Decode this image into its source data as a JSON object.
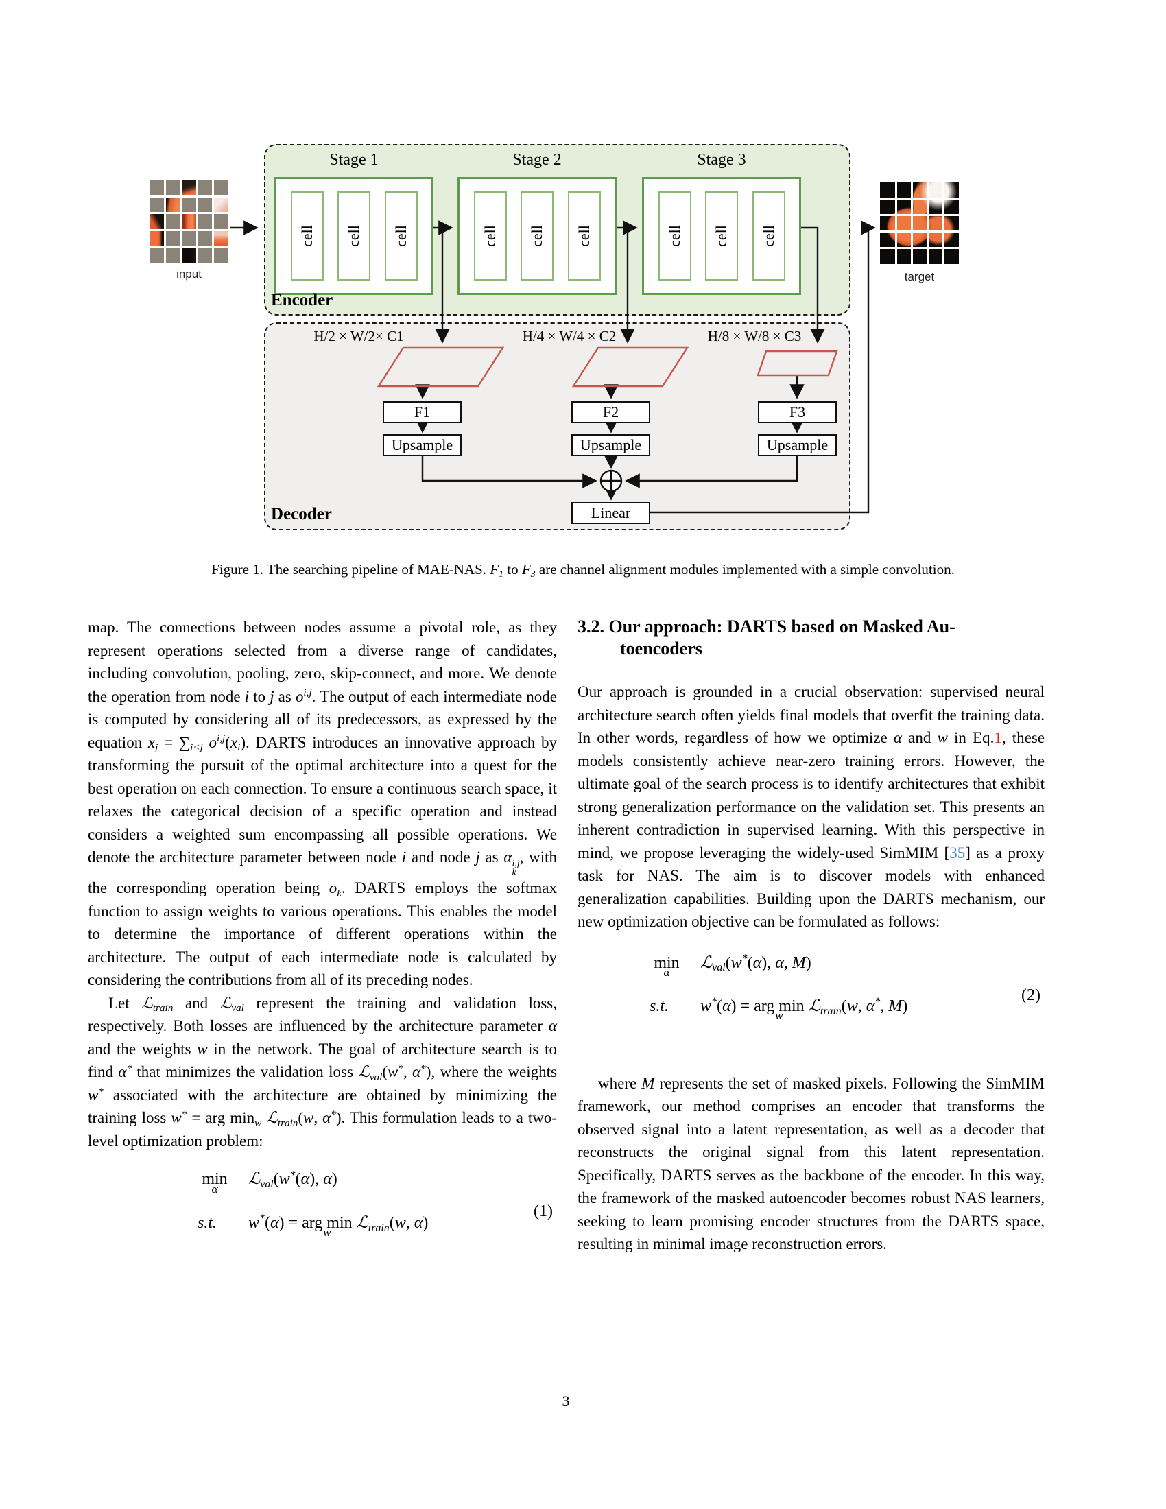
{
  "page": {
    "number": "3"
  },
  "figure": {
    "input_label": "input",
    "target_label": "target",
    "encoder_label": "Encoder",
    "decoder_label": "Decoder",
    "stage_titles": [
      "Stage 1",
      "Stage 2",
      "Stage 3"
    ],
    "cell_label": "cell",
    "dims": [
      "H/2 × W/2× C1",
      "H/4 × W/4 × C2",
      "H/8 × W/8 × C3"
    ],
    "f_labels": [
      "F1",
      "F2",
      "F3"
    ],
    "upsample_label": "Upsample",
    "linear_label": "Linear",
    "colors": {
      "encoder_fill": "#e4eedb",
      "decoder_fill": "#f0efed",
      "stage_border": "#5d9c49",
      "cell_border": "#8db977",
      "parallelogram_stroke": "#c9564a",
      "mask_gray": "#8b8377",
      "eq_ref_red": "#cb2d25",
      "cite_blue": "#4a86c6"
    },
    "input_grid": [
      [
        "m",
        "m",
        "head",
        "m",
        "m"
      ],
      [
        "m",
        "body",
        "m",
        "m",
        "feather"
      ],
      [
        "darkorange",
        "m",
        "neck",
        "m",
        "m"
      ],
      [
        "orangeblack",
        "m",
        "m",
        "m",
        "wing"
      ],
      [
        "m",
        "m",
        "legs",
        "m",
        "m"
      ]
    ]
  },
  "caption": {
    "segments": [
      {
        "t": "Figure 1. The searching pipeline of MAE-NAS. "
      },
      {
        "i": "F"
      },
      {
        "sub": "1"
      },
      {
        "t": " to "
      },
      {
        "i": "F"
      },
      {
        "sub": "3"
      },
      {
        "t": " are channel alignment modules implemented with a simple convolution."
      }
    ]
  },
  "left_column": {
    "para1": [
      {
        "t": "map. The connections between nodes assume a pivotal role, as they represent operations selected from a diverse range of candidates, including convolution, pooling, zero, skip-connect, and more. We denote the operation from node "
      },
      {
        "i": "i"
      },
      {
        "t": " to "
      },
      {
        "i": "j"
      },
      {
        "t": " as "
      },
      {
        "i": "o"
      },
      {
        "sup": "i,j"
      },
      {
        "t": ". The output of each intermediate node is computed by considering all of its predecessors, as expressed by the equation "
      },
      {
        "i": "x"
      },
      {
        "sub": "j"
      },
      {
        "t": " = ∑"
      },
      {
        "sub": "i<j"
      },
      {
        "t": " "
      },
      {
        "i": "o"
      },
      {
        "sup": "i,j"
      },
      {
        "t": "("
      },
      {
        "i": "x"
      },
      {
        "sub": "i"
      },
      {
        "t": "). DARTS introduces an innovative approach by transforming the pursuit of the optimal architecture into a quest for the best operation on each connection. To ensure a continuous search space, it relaxes the categorical decision of a specific operation and instead considers a weighted sum encompassing all possible operations. We denote the architecture parameter between node "
      },
      {
        "i": "i"
      },
      {
        "t": " and node "
      },
      {
        "i": "j"
      },
      {
        "t": " as "
      },
      {
        "i": "α"
      },
      {
        "ss": [
          "i,j",
          "k"
        ]
      },
      {
        "t": ", with the corresponding operation being "
      },
      {
        "i": "o"
      },
      {
        "sub": "k"
      },
      {
        "t": ". DARTS employs the softmax function to assign weights to various operations. This enables the model to determine the importance of different operations within the architecture. The output of each intermediate node is calculated by considering the contributions from all of its preceding nodes."
      }
    ],
    "para2": [
      {
        "t": "Let "
      },
      {
        "i": "ℒ"
      },
      {
        "sub": "train"
      },
      {
        "t": " and "
      },
      {
        "i": "ℒ"
      },
      {
        "sub": "val"
      },
      {
        "t": " represent the training and validation loss, respectively. Both losses are influenced by the architecture parameter "
      },
      {
        "i": "α"
      },
      {
        "t": " and the weights "
      },
      {
        "i": "w"
      },
      {
        "t": " in the network. The goal of architecture search is to find "
      },
      {
        "i": "α"
      },
      {
        "sup": "*"
      },
      {
        "t": " that minimizes the validation loss "
      },
      {
        "i": "ℒ"
      },
      {
        "sub": "val"
      },
      {
        "t": "("
      },
      {
        "i": "w"
      },
      {
        "sup": "*"
      },
      {
        "t": ", "
      },
      {
        "i": "α"
      },
      {
        "sup": "*"
      },
      {
        "t": "), where the weights "
      },
      {
        "i": "w"
      },
      {
        "sup": "*"
      },
      {
        "t": " associated with the architecture are obtained by minimizing the training loss "
      },
      {
        "i": "w"
      },
      {
        "sup": "*"
      },
      {
        "t": " = arg min"
      },
      {
        "sub": "w"
      },
      {
        "t": " "
      },
      {
        "i": "ℒ"
      },
      {
        "sub": "train"
      },
      {
        "t": "("
      },
      {
        "i": "w"
      },
      {
        "t": ", "
      },
      {
        "i": "α"
      },
      {
        "sup": "*"
      },
      {
        "t": "). This formulation leads to a two-level optimization problem:"
      }
    ],
    "eq1": {
      "min_word": "min",
      "min_under": "α",
      "st_label": "s.t.",
      "line1": [
        {
          "i": "ℒ"
        },
        {
          "sub": "val"
        },
        {
          "t": "("
        },
        {
          "i": "w"
        },
        {
          "sup": "*"
        },
        {
          "t": "("
        },
        {
          "i": "α"
        },
        {
          "t": "), "
        },
        {
          "i": "α"
        },
        {
          "t": ")"
        }
      ],
      "line2": [
        {
          "i": "w"
        },
        {
          "sup": "*"
        },
        {
          "t": "("
        },
        {
          "i": "α"
        },
        {
          "t": ") = "
        },
        {
          "u": [
            "arg min",
            "w"
          ]
        },
        {
          "t": " "
        },
        {
          "i": "ℒ"
        },
        {
          "sub": "train"
        },
        {
          "t": "("
        },
        {
          "i": "w"
        },
        {
          "t": ", "
        },
        {
          "i": "α"
        },
        {
          "t": ")"
        }
      ],
      "number": "(1)"
    }
  },
  "right_column": {
    "heading_line1": "3.2. Our approach: DARTS based on Masked Au-",
    "heading_line2": "toencoders",
    "para1": [
      {
        "t": "Our approach is grounded in a crucial observation: supervised neural architecture search often yields final models that overfit the training data. In other words, regardless of how we optimize "
      },
      {
        "i": "α"
      },
      {
        "t": " and "
      },
      {
        "i": "w"
      },
      {
        "t": " in Eq."
      },
      {
        "col": "1",
        "c": "#cb2d25"
      },
      {
        "t": ", these models consistently achieve near-zero training errors. However, the ultimate goal of the search process is to identify architectures that exhibit strong generalization performance on the validation set. This presents an inherent contradiction in supervised learning. With this perspective in mind, we propose leveraging the widely-used SimMIM ["
      },
      {
        "col": "35",
        "c": "#4a86c6"
      },
      {
        "t": "] as a proxy task for NAS. The aim is to discover models with enhanced generalization capabilities. Building upon the DARTS mechanism, our new optimization objective can be formulated as follows:"
      }
    ],
    "eq2": {
      "min_word": "min",
      "min_under": "α",
      "st_label": "s.t.",
      "line1": [
        {
          "i": "ℒ"
        },
        {
          "sub": "val"
        },
        {
          "t": "("
        },
        {
          "i": "w"
        },
        {
          "sup": "*"
        },
        {
          "t": "("
        },
        {
          "i": "α"
        },
        {
          "t": "), "
        },
        {
          "i": "α"
        },
        {
          "t": ", "
        },
        {
          "i": "M"
        },
        {
          "t": ")"
        }
      ],
      "line2": [
        {
          "i": "w"
        },
        {
          "sup": "*"
        },
        {
          "t": "("
        },
        {
          "i": "α"
        },
        {
          "t": ") = "
        },
        {
          "u": [
            "arg min",
            "w"
          ]
        },
        {
          "t": " "
        },
        {
          "i": "ℒ"
        },
        {
          "sub": "train"
        },
        {
          "t": "("
        },
        {
          "i": "w"
        },
        {
          "t": ", "
        },
        {
          "i": "α"
        },
        {
          "sup": "*"
        },
        {
          "t": ", "
        },
        {
          "i": "M"
        },
        {
          "t": ")"
        }
      ],
      "number": "(2)"
    },
    "para2": [
      {
        "t": "where "
      },
      {
        "i": "M"
      },
      {
        "t": " represents the set of masked pixels. Following the SimMIM framework, our method comprises an encoder that transforms the observed signal into a latent representation, as well as a decoder that reconstructs the original signal from this latent representation. Specifically, DARTS serves as the backbone of the encoder. In this way, the framework of the masked autoencoder becomes robust NAS learners, seeking to learn promising encoder structures from the DARTS space, resulting in minimal image reconstruction errors."
      }
    ]
  }
}
